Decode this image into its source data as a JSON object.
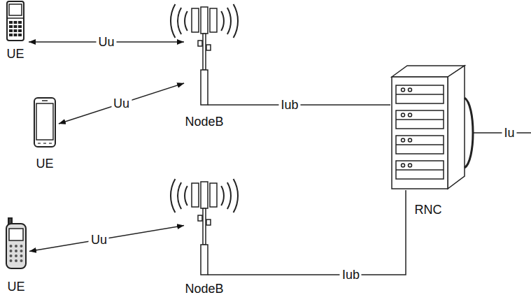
{
  "diagram": {
    "nodes": [
      {
        "text": [
          "UE"
        ]
      },
      {
        "text": [
          "NodeB"
        ]
      },
      {
        "text": [
          "UE"
        ]
      },
      {
        "text": [
          "RNC"
        ]
      },
      {
        "text": [
          "UE"
        ]
      },
      {
        "text": [
          "NodeB"
        ]
      }
    ],
    "edges": [
      {
        "from": 0,
        "to": 1,
        "arrow": "both",
        "label": "Uu"
      },
      {
        "from": 2,
        "to": 1,
        "arrow": "both",
        "label": "Uu"
      },
      {
        "from": 4,
        "to": 5,
        "arrow": "both",
        "label": "Uu"
      },
      {
        "from": 1,
        "to": 3,
        "arrow": "none",
        "label": "Iub"
      },
      {
        "from": 5,
        "to": 3,
        "arrow": "none",
        "label": "Iub"
      }
    ],
    "labels": [
      "Iu"
    ]
  }
}
